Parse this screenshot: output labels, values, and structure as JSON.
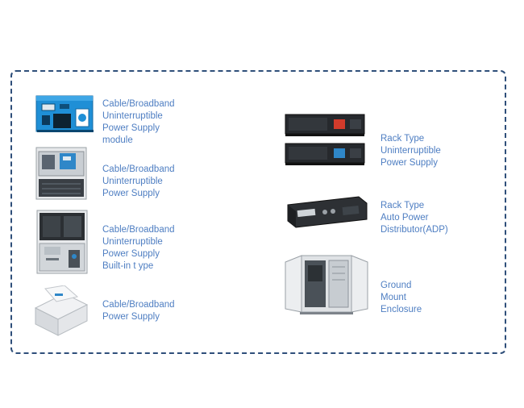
{
  "products": {
    "left": [
      {
        "id": "ups-module",
        "label": "Cable/Broadband\nUninterruptible Power Supply module",
        "icon": "ups-module-photo"
      },
      {
        "id": "ups",
        "label": "Cable/Broadband\nUninterruptible Power Supply",
        "icon": "ups-cabinet-photo"
      },
      {
        "id": "ups-builtin",
        "label": "Cable/Broadband\nUninterruptible Power Supply\nBuilt-in t ype",
        "icon": "ups-builtin-cabinet-photo"
      },
      {
        "id": "power-supply",
        "label": "Cable/Broadband Power Supply",
        "icon": "power-supply-enclosure-photo"
      }
    ],
    "right": [
      {
        "id": "rack-ups",
        "label": "Rack Type\nUninterruptible Power Supply",
        "icon": "rack-ups-photo"
      },
      {
        "id": "rack-adp",
        "label": "Rack Type\nAuto Power Distributor(ADP)",
        "icon": "rack-adp-photo"
      },
      {
        "id": "ground-enclosure",
        "label": "Ground Mount Enclosure",
        "icon": "ground-mount-enclosure-photo"
      }
    ]
  },
  "colors": {
    "label": "#4e7ec2",
    "frame_border": "#2f4f7a",
    "module_blue": "#1f8fd6"
  }
}
